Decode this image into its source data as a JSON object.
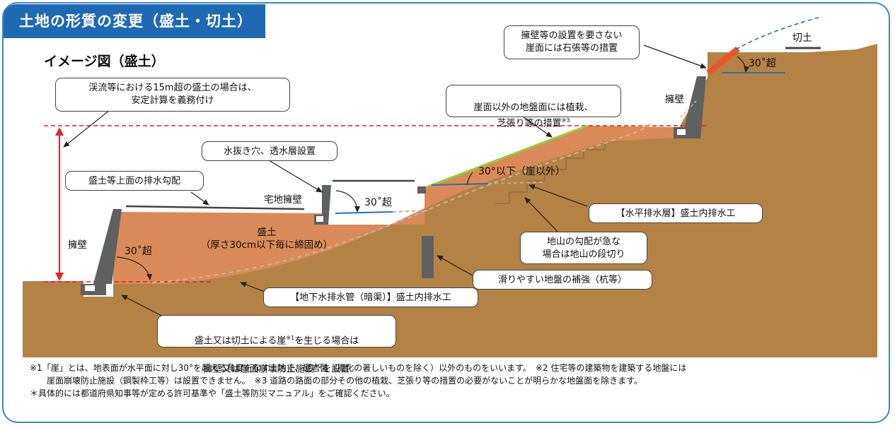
{
  "header": {
    "title": "土地の形質の変更（盛土・切土）",
    "subtitle": "イメージ図（盛土）"
  },
  "callouts": {
    "stream_fill": "渓流等における15m超の盛土の場合は、\n安定計算を義務付け",
    "drainage_hole": "水抜き穴、透水層設置",
    "top_slope": "盛土等上面の排水勾配",
    "planting": "崖面以外の地盤面には植栽、\n芝張り等の措置",
    "planting_note": "※3",
    "stone": "擁壁等の設置を要さない\n崖面には石張等の措置",
    "horizontal_drain": "【水平排水層】盛土内排水工",
    "steep_ground": "地山の勾配が急な\n場合は地山の段切り",
    "slippery": "滑りやすい地盤の補強（杭等）",
    "underground_drain": "【地下水排水管（暗渠）】盛土内排水工",
    "cliff_prefix": "盛土又は切土による崖",
    "cliff_sup1": "※1",
    "cliff_mid": "を生じる場合は",
    "cliff_line2_prefix": "擁壁又は崖面崩壊防止施設",
    "cliff_sup2": "※2",
    "cliff_line2_suffix": "を設置"
  },
  "labels": {
    "retaining_wall_left": "擁壁",
    "angle_left": "30˚超",
    "fill_main": "盛土\n（厚さ30cm以下毎に締固め）",
    "residential_wall": "宅地擁壁",
    "angle_mid": "30˚超",
    "angle_slope": "30°以下（崖以外）",
    "retaining_wall_right": "擁壁",
    "angle_top": "30˚超",
    "cut": "切土"
  },
  "notes": {
    "line1": "※1「崖」とは、地表面が水平面に対し30°を超える角度をなす土地で、硬岩盤（風化の著しいものを除く）以外のものをいいます。　※2 住宅等の建築物を建築する地盤には",
    "line2": "崖面崩壊防止施設（鋼製枠工等）は設置できません。　※3 道路の路面の部分その他の植栽、芝張り等の措置の必要がないことが明らかな地盤面を除きます。",
    "line3": "＊具体的には都道府県知事等が定める許可基準や「盛土等防災マニュアル」をご確認ください。"
  },
  "colors": {
    "brand_blue": "#1f69b3",
    "ground": "#b48245",
    "fill": "#d98a58",
    "wall": "#5f6060",
    "red_dashed": "#e8202a",
    "drain_blue": "#2e6fb0",
    "grass": "#9acb3c",
    "stone": "#e8552a"
  }
}
